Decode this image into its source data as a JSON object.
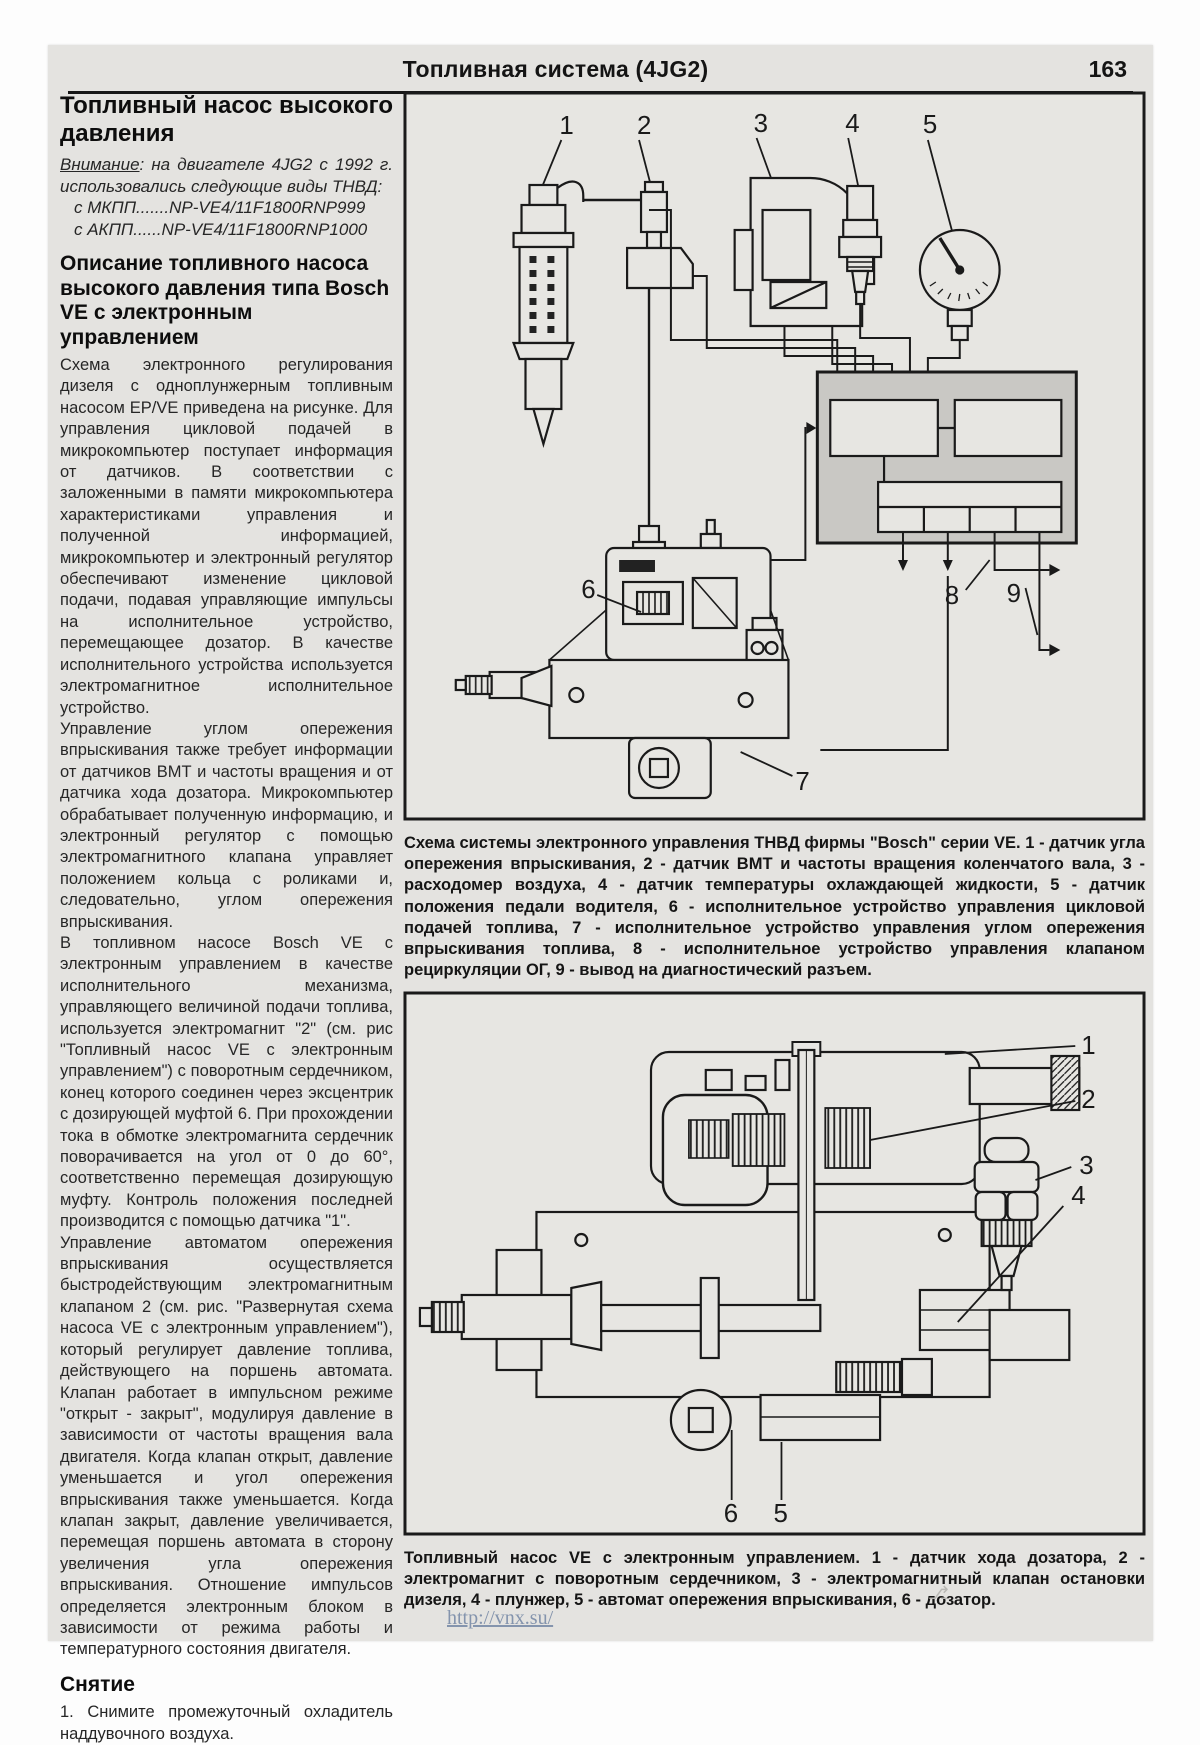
{
  "header": {
    "title": "Топливная система (4JG2)",
    "page_number": "163"
  },
  "left": {
    "h1": "Топливный насос высокого давления",
    "notice_label": "Внимание",
    "notice_rest": ": на двигателе 4JG2 с 1992 г. использовались следующие виды ТНВД:",
    "spec_lines": [
      "с МКПП.......NP-VE4/11F1800RNP999",
      "с АКПП......NP-VE4/11F1800RNP1000"
    ],
    "h2": "Описание топливного насоса высокого давления типа Bosch VE с электронным управлением",
    "paragraphs": [
      "Схема электронного регулирования дизеля с одноплунжерным топливным насосом EP/VE приведена на рисунке. Для управления цикловой подачей в микрокомпьютер поступает информация от датчиков. В соответствии с заложенными в памяти микрокомпьютера характеристиками управления и полученной информацией, микрокомпьютер и электронный регулятор обеспечивают изменение цикловой подачи, подавая управляющие импульсы на исполнительное устройство, перемещающее дозатор. В качестве исполнительного устройства используется электромагнитное исполнительное устройство.",
      "Управление углом опережения впрыскивания также требует информации от датчиков ВМТ и частоты вращения и от датчика хода дозатора. Микрокомпьютер обрабатывает полученную информацию, и электронный регулятор с помощью электромагнитного клапана управляет положением кольца с роликами и, следовательно, углом опережения впрыскивания.",
      "В топливном насосе Bosch VE с электронным управлением в качестве исполнительного механизма, управляющего величиной подачи топлива, используется электромагнит \"2\" (см. рис \"Топливный насос VE с электронным управлением\") с поворотным сердечником, конец которого соединен через эксцентрик с дозирующей муфтой 6. При прохождении тока в обмотке электромагнита сердечник поворачивается на угол от 0 до 60°, соответственно перемещая дозирующую муфту. Контроль положения последней производится с помощью датчика \"1\".",
      "Управление автоматом опережения впрыскивания осуществляется быстродействующим электромагнитным клапаном 2 (см. рис. \"Развернутая схема насоса VE с электронным управлением\"), который регулирует давление топлива, действующего на поршень автомата. Клапан работает в импульсном режиме \"открыт - закрыт\", модулируя давление в зависимости от частоты вращения вала двигателя. Когда клапан открыт, давление уменьшается и угол опережения впрыскивания также уменьшается. Когда клапан закрыт, давление увеличивается, перемещая поршень автомата в сторону увеличения угла опережения впрыскивания. Отношение импульсов определяется электронным блоком в зависимости от режима работы и температурного состояния двигателя."
    ],
    "h2_removal": "Снятие",
    "removal_step": "1. Снимите промежуточный охладитель наддувочного воздуха."
  },
  "figure1": {
    "caption": "Схема системы электронного управления ТНВД фирмы \"Bosch\" серии VE. 1 - датчик угла опережения впрыскивания, 2 - датчик ВМТ и частоты вращения коленчатого вала, 3 - расходомер воздуха, 4 - датчик температуры охлаждающей жидкости, 5 - датчик положения педали водителя, 6 - исполнительное устройство управления цикловой подачей топлива, 7 - исполнительное устройство управления углом опережения впрыскивания топлива, 8 - исполнительное устройство управления клапаном рециркуляции ОГ, 9 - вывод на диагностический разъем.",
    "labels": [
      "1",
      "2",
      "3",
      "4",
      "5",
      "6",
      "7",
      "8",
      "9"
    ]
  },
  "figure2": {
    "caption": "Топливный насос VE с электронным управлением. 1 - датчик хода дозатора, 2 - электромагнит с поворотным сердечником, 3 - электромагнитный клапан остановки дизеля, 4 - плунжер, 5 - автомат опережения впрыскивания, 6 - дозатор.",
    "labels": [
      "1",
      "2",
      "3",
      "4",
      "5",
      "6"
    ]
  },
  "footer": {
    "watermark": "http://vnx.su/"
  }
}
